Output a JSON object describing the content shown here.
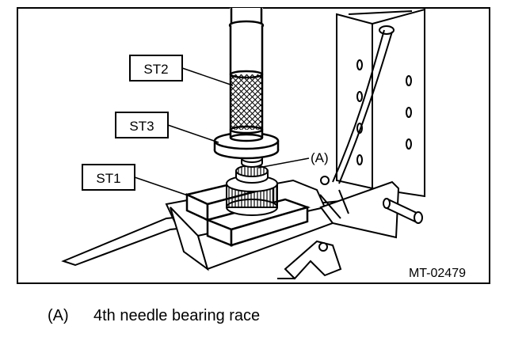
{
  "labels": {
    "st2": "ST2",
    "st3": "ST3",
    "st1": "ST1",
    "a": "(A)"
  },
  "figure_ref": "MT-02479",
  "legend": {
    "key": "(A)",
    "text": "4th needle bearing race"
  }
}
